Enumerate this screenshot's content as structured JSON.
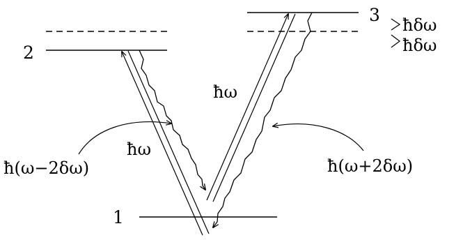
{
  "levels": {
    "level_1": "1",
    "level_2": "2",
    "level_3": "3"
  },
  "photon_labels": {
    "pump_left": "ħω",
    "pump_right": "ħω",
    "emission_left": "ħ(ω−2δω)",
    "emission_right": "ħ(ω+2δω)"
  },
  "splitting_labels": {
    "upper": "ħδω",
    "lower": "ħδω"
  },
  "colors": {
    "ink": "#000000",
    "background": "#ffffff"
  }
}
